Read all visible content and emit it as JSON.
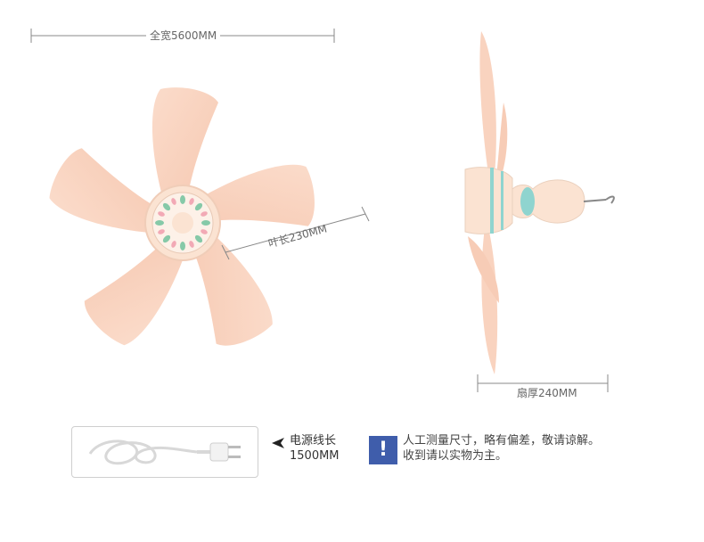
{
  "dimensions": {
    "width_label": "全宽5600MM",
    "blade_label": "叶长230MM",
    "thickness_label": "扇厚240MM"
  },
  "cord": {
    "label_line1": "电源线长",
    "label_line2": "1500MM"
  },
  "notice": {
    "icon_glyph": "!",
    "line1": "人工测量尺寸，略有偏差，敬请谅解。",
    "line2": "收到请以实物为主。"
  },
  "colors": {
    "blade": "#f9d3bf",
    "hub": "#fbe3d2",
    "accent_teal": "#8fd4cf",
    "notice_icon": "#3f5dab"
  }
}
